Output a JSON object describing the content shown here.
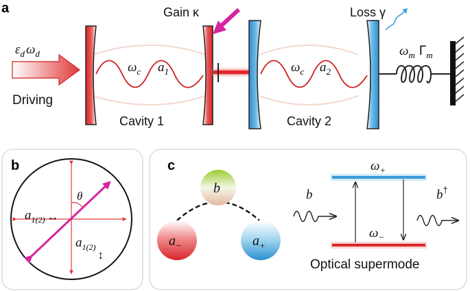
{
  "panel_a": {
    "label": "a",
    "driving_label": "Driving",
    "drive_symbol": "ε",
    "drive_sub": "d",
    "drive_omega": "ω",
    "drive_omega_sub": "d",
    "gain_label": "Gain κ",
    "loss_label": "Loss γ",
    "cavity1_label": "Cavity 1",
    "cavity2_label": "Cavity 2",
    "cavity1_omega": "ω",
    "cavity1_omega_sub": "c",
    "cavity1_mode": "a",
    "cavity1_mode_sub": "1",
    "cavity2_omega": "ω",
    "cavity2_omega_sub": "c",
    "cavity2_mode": "a",
    "cavity2_mode_sub": "2",
    "mech_omega": "ω",
    "mech_omega_sub": "m",
    "mech_gamma": "Γ",
    "mech_gamma_sub": "m"
  },
  "panel_b": {
    "label": "b",
    "theta": "θ",
    "pol_label_1": "a",
    "pol_label_1_sub": "1(2)",
    "pol_label_1_arrow": "↔",
    "pol_label_2": "a",
    "pol_label_2_sub": "1(2)",
    "pol_label_2_arrow": "↕"
  },
  "panel_c": {
    "label": "c",
    "node_b": "b",
    "node_minus": "a",
    "node_minus_sub": "−",
    "node_plus": "a",
    "node_plus_sub": "+",
    "omega_plus": "ω",
    "omega_plus_sub": "+",
    "omega_minus": "ω",
    "omega_minus_sub": "−",
    "phonon_in": "b",
    "phonon_out": "b",
    "phonon_out_sup": "†",
    "supermode_label": "Optical supermode"
  },
  "colors": {
    "gain_red": "#d7262b",
    "loss_blue": "#3a9bd5",
    "magenta": "#d6249f",
    "green_node": "#a8cf3a",
    "wave_red": "#cc1f1f"
  }
}
